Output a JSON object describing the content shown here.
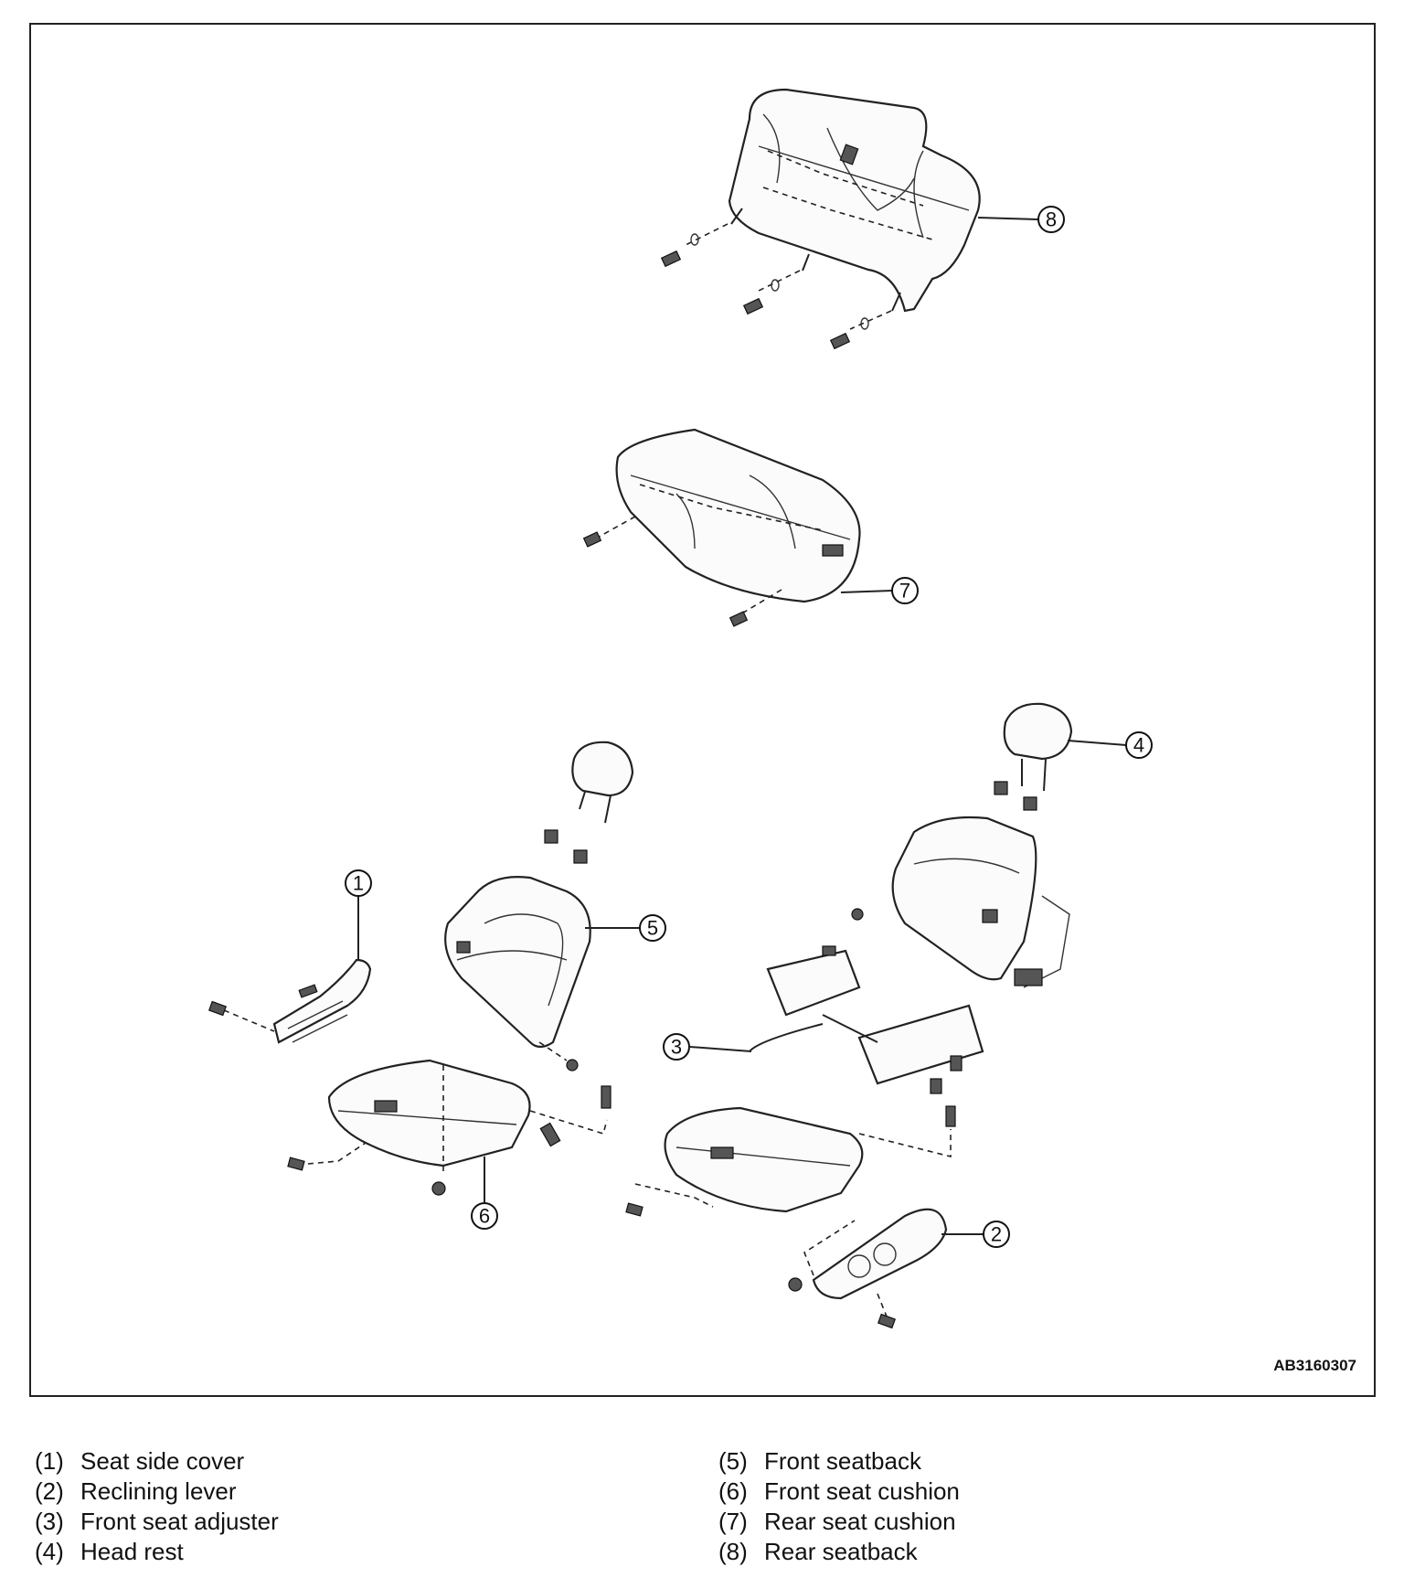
{
  "diagram": {
    "code": "AB3160307",
    "callouts": [
      {
        "id": "8",
        "num": "8"
      },
      {
        "id": "7",
        "num": "7"
      },
      {
        "id": "4",
        "num": "4"
      },
      {
        "id": "1",
        "num": "1"
      },
      {
        "id": "5",
        "num": "5"
      },
      {
        "id": "3",
        "num": "3"
      },
      {
        "id": "6",
        "num": "6"
      },
      {
        "id": "2",
        "num": "2"
      }
    ]
  },
  "legend": {
    "left": [
      {
        "num": "(1)",
        "label": "Seat side cover"
      },
      {
        "num": "(2)",
        "label": "Reclining lever"
      },
      {
        "num": "(3)",
        "label": "Front seat adjuster"
      },
      {
        "num": "(4)",
        "label": "Head rest"
      }
    ],
    "right": [
      {
        "num": "(5)",
        "label": "Front seatback"
      },
      {
        "num": "(6)",
        "label": "Front seat cushion"
      },
      {
        "num": "(7)",
        "label": "Rear seat cushion"
      },
      {
        "num": "(8)",
        "label": "Rear seatback"
      }
    ]
  }
}
